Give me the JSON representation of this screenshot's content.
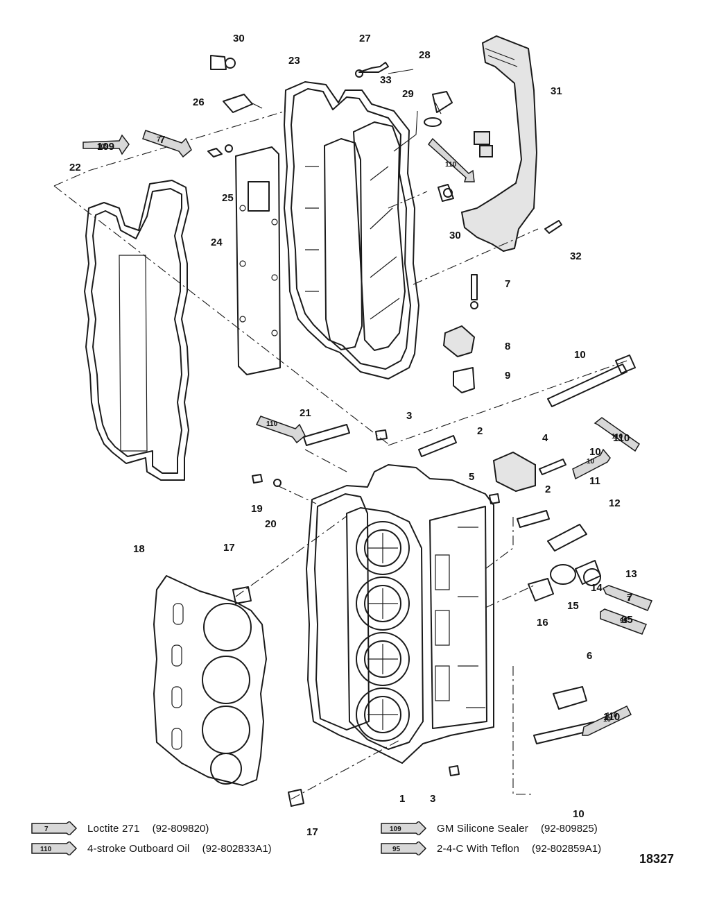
{
  "diagram_id": "18327",
  "callouts": [
    "30",
    "27",
    "33",
    "28",
    "23",
    "26",
    "29",
    "31",
    "7",
    "109",
    "22",
    "25",
    "24",
    "30",
    "32",
    "7",
    "8",
    "9",
    "10",
    "110",
    "21",
    "3",
    "2",
    "4",
    "10",
    "5",
    "19",
    "20",
    "11",
    "2",
    "12",
    "18",
    "17",
    "13",
    "14",
    "7",
    "15",
    "95",
    "16",
    "6",
    "110",
    "3",
    "10",
    "17",
    "1"
  ],
  "tube_labels": [
    "109",
    "7",
    "110",
    "110",
    "10",
    "110",
    "10",
    "7",
    "95",
    "110"
  ],
  "legend": [
    {
      "code": "7",
      "name": "Loctite 271",
      "part_no": "(92-809820)"
    },
    {
      "code": "110",
      "name": "4-stroke Outboard Oil",
      "part_no": "(92-802833A1)"
    },
    {
      "code": "109",
      "name": "GM Silicone Sealer",
      "part_no": "(92-809825)"
    },
    {
      "code": "95",
      "name": "2-4-C With Teflon",
      "part_no": "(92-802859A1)"
    }
  ]
}
